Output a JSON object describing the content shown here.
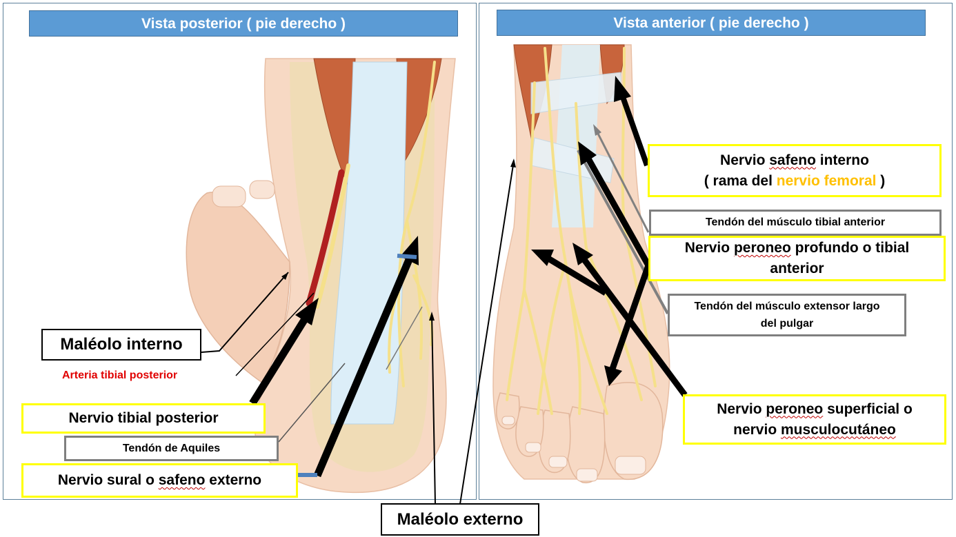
{
  "headers": {
    "posterior": "Vista posterior ( pie derecho )",
    "anterior": "Vista anterior ( pie derecho )"
  },
  "labels": {
    "maleolo_interno": "Maléolo interno",
    "arteria_tibial_posterior": "Arteria tibial posterior",
    "nervio_tibial_posterior": "Nervio tibial posterior",
    "tendon_aquiles": "Tendón de Aquiles",
    "nervio_sural": {
      "pre": "Nervio sural o ",
      "sq": "safeno",
      "post": " externo"
    },
    "maleolo_externo": "Maléolo externo",
    "nervio_safeno_interno": {
      "line1_pre": "Nervio ",
      "line1_sq": "safeno",
      "line1_post": " interno",
      "line2_pre": "(  rama  del  ",
      "line2_orange": "nervio  femoral",
      "line2_post": " )"
    },
    "tendon_tibial_anterior": "Tendón del músculo tibial anterior",
    "nervio_peroneo_profundo": {
      "pre": "Nervio ",
      "sq": "peroneo",
      "post": " profundo o tibial",
      "line2": "anterior"
    },
    "tendon_extensor": {
      "line1": "Tendón del músculo extensor largo",
      "line2": "del pulgar"
    },
    "nervio_peroneo_superficial": {
      "pre": "Nervio ",
      "sq": "peroneo",
      "post": " superficial o",
      "line2_pre": "nervio ",
      "line2_sq": "musculocutáneo"
    }
  },
  "colors": {
    "header_bg": "#5b9bd5",
    "label_yellow_border": "#ffff00",
    "label_gray_border": "#7f7f7f",
    "artery_text": "#e00000",
    "femoral_text": "#ffc000",
    "skin": "#f7d9c4",
    "muscle": "#c8643c",
    "nerve": "#f5e08a",
    "tendon": "#dceef8"
  }
}
